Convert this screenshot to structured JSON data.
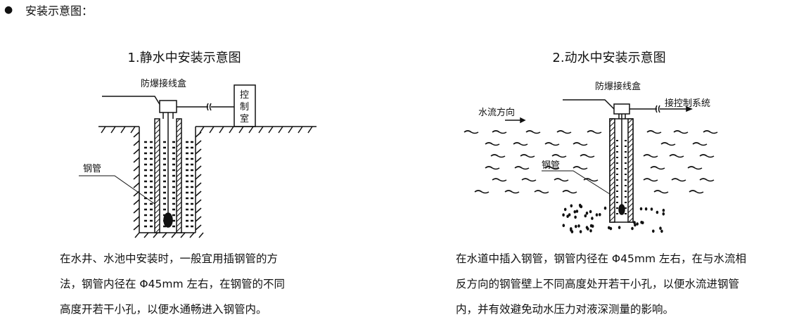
{
  "heading": {
    "bullet": "●",
    "text": "安装示意图："
  },
  "diagram1": {
    "title": "1.静水中安装示意图",
    "junction_box_label": "防爆接线盒",
    "control_room_label": [
      "控",
      "制",
      "室"
    ],
    "pipe_label": "钢管"
  },
  "diagram2": {
    "title": "2.动水中安装示意图",
    "junction_box_label": "防爆接线盒",
    "control_system_label": "接控制系统",
    "flow_direction_label": "水流方向",
    "pipe_label": "钢管"
  },
  "text1": [
    "在水井、水池中安装时，一般宜用插钢管的方",
    "法，钢管内径在 Φ45mm 左右，在钢管的不同",
    "高度开若干小孔，以便水通畅进入钢管内。"
  ],
  "text2": [
    "在水道中插入钢管，钢管内径在 Φ45mm 左右，在与水流相",
    "反方向的钢管壁上不同高度处开若干小孔，以便水流进钢管",
    "内，并有效避免动水压力对液深测量的影响。"
  ]
}
